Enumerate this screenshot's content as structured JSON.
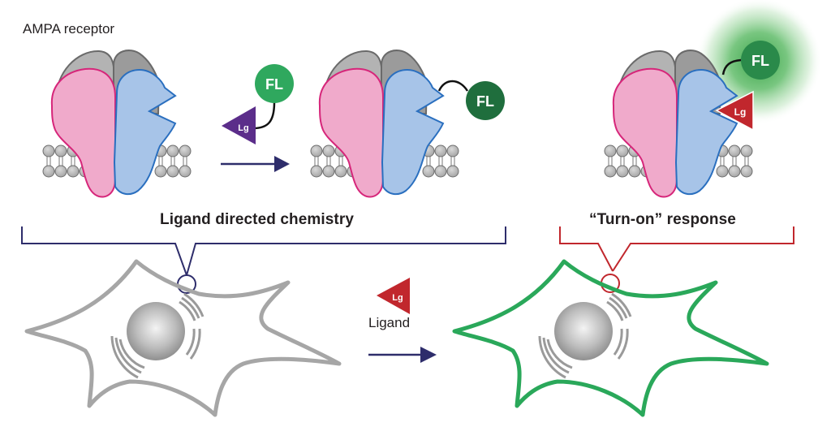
{
  "figure": {
    "title": "AMPA receptor",
    "sections": {
      "ligand_directed_chemistry": {
        "label": "Ligand directed chemistry",
        "bracket_color": "#2e2d6b"
      },
      "turn_on_response": {
        "label": "“Turn-on” response",
        "bracket_color": "#c1272d"
      }
    },
    "probe": {
      "fluorophore_label": "FL",
      "ligand_label": "Lg"
    },
    "cell_transition": {
      "arrow_label": "Ligand",
      "ligand_label": "Lg"
    },
    "colors": {
      "subunit_pink_fill": "#f0aacb",
      "subunit_pink_stroke": "#d6267a",
      "subunit_blue_fill": "#a7c4e8",
      "subunit_blue_stroke": "#2a6fbf",
      "subunit_gray_fill": "#a8a8a8",
      "fl_unbound": "#2fa85e",
      "fl_bound": "#1f6e3d",
      "fl_glow": "#2e9d3e",
      "ligand_probe": "#5b2d8a",
      "ligand_free": "#c1272d",
      "arrow": "#2e2d6b",
      "cell_inactive": "#a6a6a6",
      "cell_active": "#2aa85a"
    },
    "panels": [
      {
        "name": "receptor-unlabeled",
        "state": "before labeling"
      },
      {
        "name": "receptor-labeled",
        "state": "fluorophore tethered, ligand released"
      },
      {
        "name": "receptor-turn-on",
        "state": "ligand bound, fluorescence on"
      }
    ]
  }
}
